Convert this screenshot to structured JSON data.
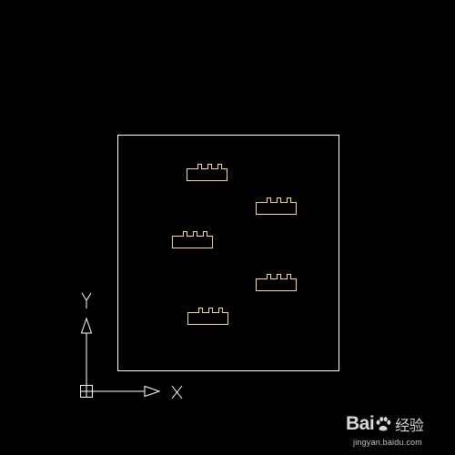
{
  "viewport": {
    "background_color": "#000000"
  },
  "drawing": {
    "line_color": "#ffffff",
    "block_color": "#f2d9a8",
    "block_count": 5
  },
  "ucs": {
    "x_label": "X",
    "y_label": "Y"
  },
  "watermark": {
    "brand": "Bai",
    "brand_suffix": "经验",
    "url": "jingyan.baidu.com",
    "color": "#d8d8d8"
  }
}
